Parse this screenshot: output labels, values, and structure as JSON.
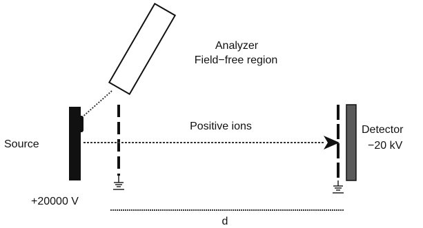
{
  "labels": {
    "analyzer": "Analyzer",
    "field_free_region": "Field−free region",
    "positive_ions": "Positive ions",
    "source": "Source",
    "source_voltage": "+20000 V",
    "detector": "Detector",
    "detector_voltage": "−20 kV",
    "distance": "d"
  },
  "icons": {
    "grounds": [
      "ground-symbol-icon",
      "ground-symbol-icon"
    ]
  },
  "colors": {
    "ink": "#111111",
    "detector_plate": "#5a5a5a",
    "dotted_line": "#333333"
  }
}
